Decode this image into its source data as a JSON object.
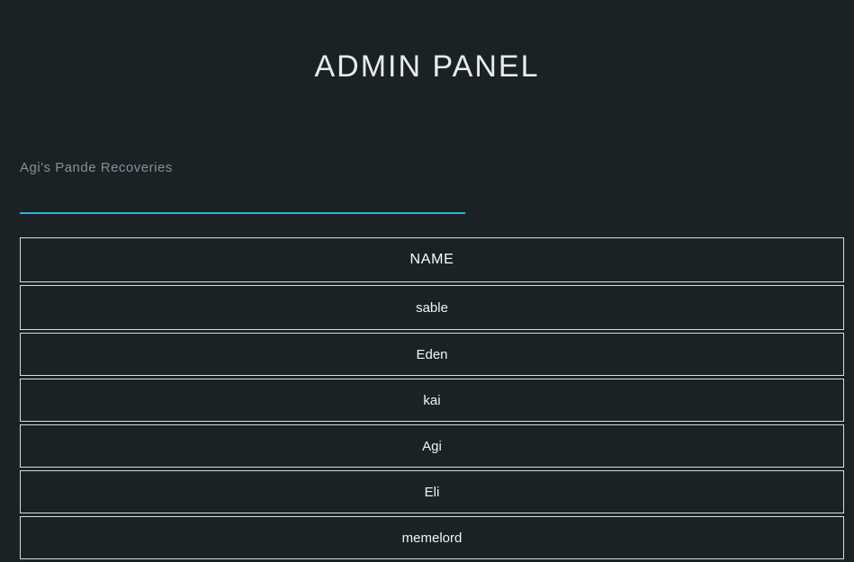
{
  "header": {
    "title": "ADMIN PANEL"
  },
  "search_field": {
    "label": "Agi's Pande Recoveries",
    "value": "",
    "placeholder": "",
    "underline_color": "#27b6d6",
    "focused": true
  },
  "table": {
    "columns": [
      "NAME"
    ],
    "rows": [
      {
        "name": "sable"
      },
      {
        "name": "Eden"
      },
      {
        "name": "kai"
      },
      {
        "name": "Agi"
      },
      {
        "name": "Eli"
      },
      {
        "name": "memelord"
      }
    ]
  },
  "theme": {
    "background": "#1b2226",
    "text": "#ffffff",
    "muted_text": "#898f94",
    "border": "#d8dcde",
    "accent": "#27b6d6"
  }
}
